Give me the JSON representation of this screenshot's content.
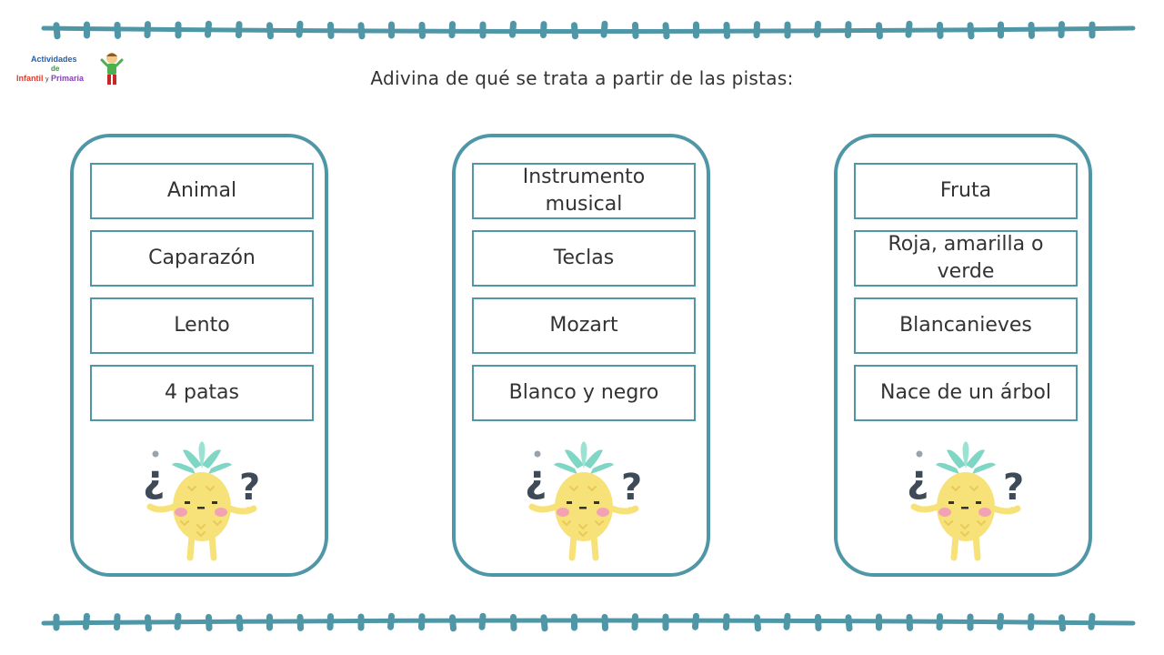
{
  "logo": {
    "line1": "Actividades",
    "line2": "de",
    "line3_a": "Infantil",
    "line3_b": "y",
    "line3_c": "Primaria"
  },
  "title": "Adivina de qué se trata a partir de las pistas:",
  "cards": [
    {
      "clues": [
        "Animal",
        "Caparazón",
        "Lento",
        "4 patas"
      ]
    },
    {
      "clues": [
        "Instrumento musical",
        "Teclas",
        "Mozart",
        "Blanco y negro"
      ]
    },
    {
      "clues": [
        "Fruta",
        "Roja, amarilla o verde",
        "Blancanieves",
        "Nace de un árbol"
      ]
    }
  ],
  "colors": {
    "accent": "#4f97a7",
    "pineapple_body": "#f7e27a",
    "pineapple_leaves": "#7fd6c4",
    "question_marks": "#3e4a57"
  },
  "icons": [
    "pineapple-icon",
    "question-marks-icon",
    "stitched-border"
  ]
}
